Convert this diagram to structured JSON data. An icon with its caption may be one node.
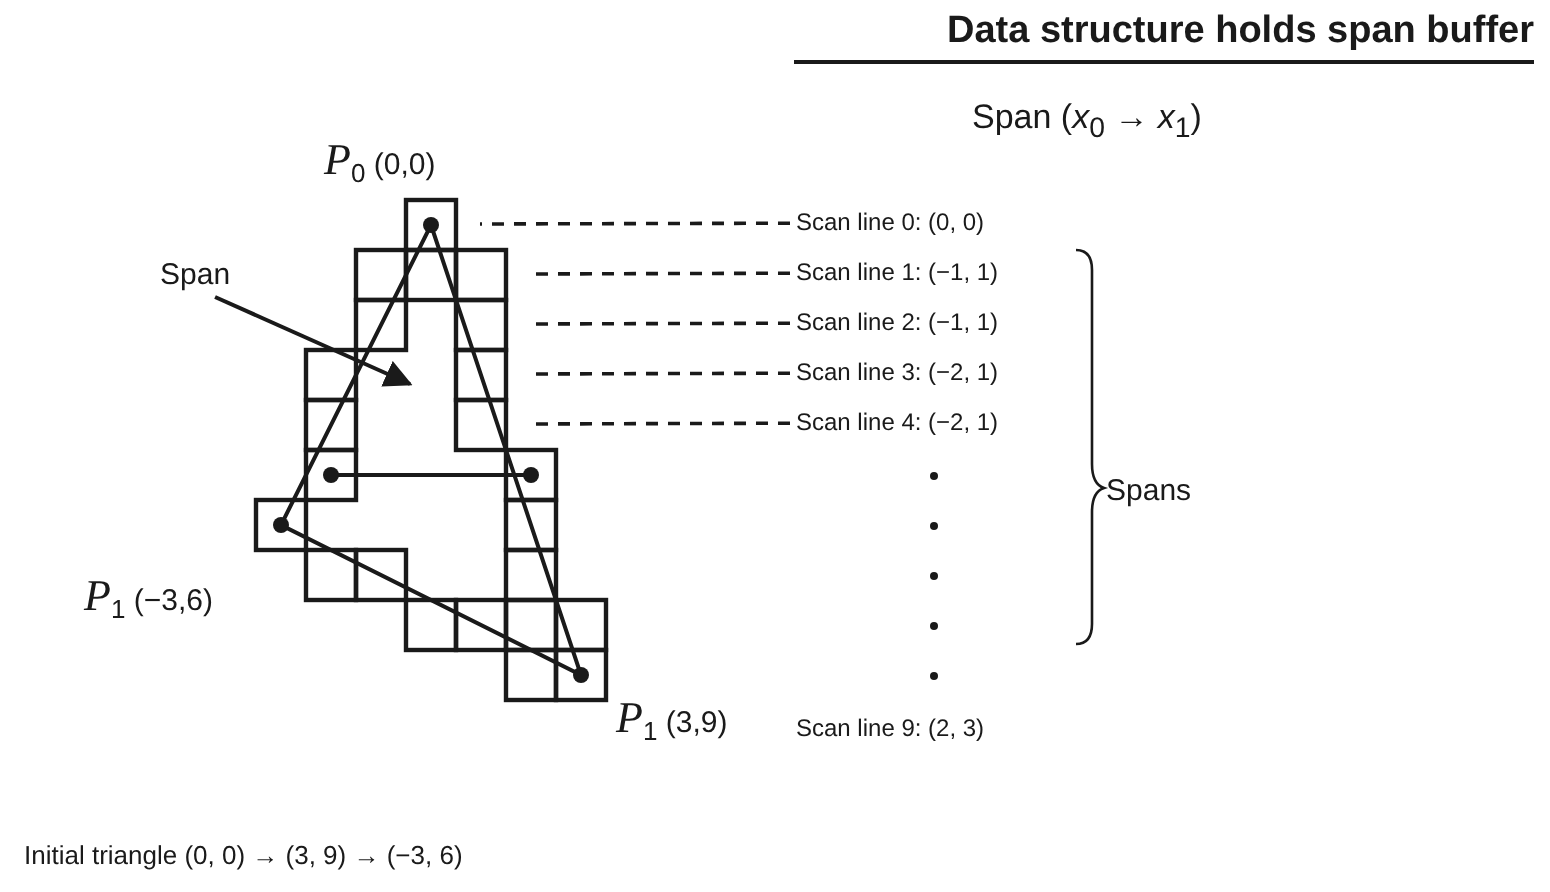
{
  "diagram": {
    "title": "Data structure holds span buffer",
    "caption": "Initial triangle (0, 0) → (3, 9) → (−3, 6)",
    "nodes": [
      {
        "text": [
          "Scan line 0: (0, 0)"
        ]
      },
      {
        "text": [
          "Scan line 1: (−1, 1)"
        ]
      },
      {
        "text": [
          "Scan line 2: (−1, 1)"
        ]
      },
      {
        "text": [
          "Scan line 3: (−2, 1)"
        ]
      },
      {
        "text": [
          "Scan line 4: (−2, 1)"
        ]
      },
      {
        "text": [
          "Span"
        ]
      },
      {
        "text": [],
        "shape": "picture"
      }
    ],
    "edges": [
      {
        "from": 0,
        "to": 6,
        "arrow": "none",
        "style": "dashed"
      },
      {
        "from": 1,
        "to": 6,
        "arrow": "none",
        "style": "dashed"
      },
      {
        "from": 2,
        "to": 6,
        "arrow": "none",
        "style": "dashed"
      },
      {
        "from": 3,
        "to": 6,
        "arrow": "none",
        "style": "dashed"
      },
      {
        "from": 4,
        "to": 6,
        "arrow": "none",
        "style": "dashed"
      },
      {
        "from": 5,
        "to": 6,
        "arrow": "to"
      }
    ],
    "labels": [
      "Span (*x*$_{0}$ → *x*$_{1}$)",
      "*P*$_{0}$ (0,0)",
      "Spans",
      "*P*$_{1}$ (−3,6)",
      "*P*$_{1}$ (3,9)",
      "Scan line 9: (2, 3)"
    ]
  }
}
